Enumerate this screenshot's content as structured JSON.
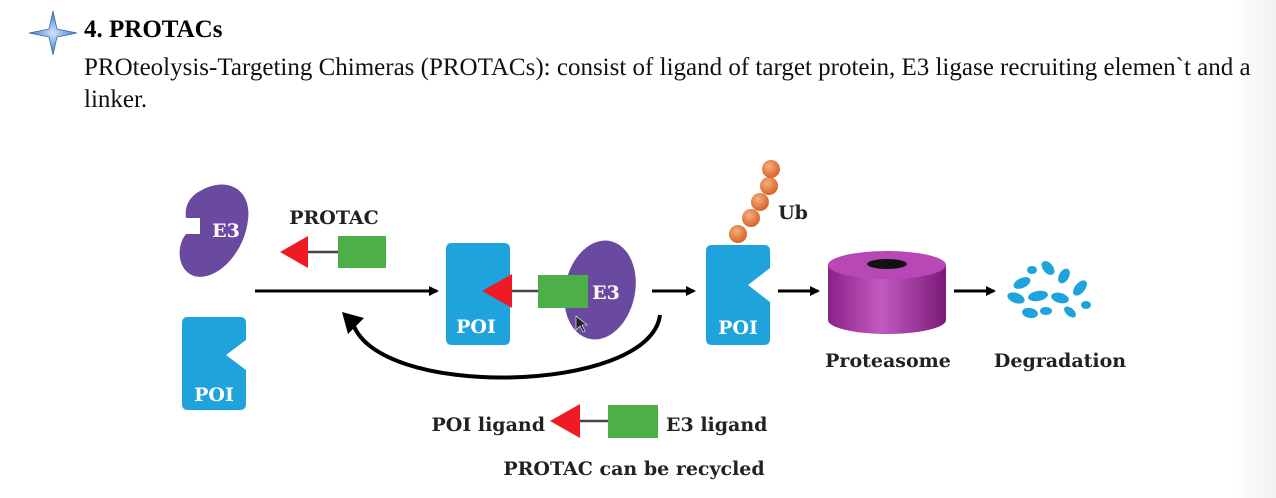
{
  "section": {
    "heading": "4. PROTACs",
    "description": "PROteolysis-Targeting Chimeras (PROTACs): consist of ligand of target protein, E3 ligase recruiting elemen`t and a linker."
  },
  "diagram": {
    "e3_label": "E3",
    "poi_label": "POI",
    "protac_label": "PROTAC",
    "ub_label": "Ub",
    "proteasome_label": "Proteasome",
    "degradation_label": "Degradation",
    "poi_ligand_label": "POI ligand",
    "e3_ligand_label": "E3 ligand",
    "recycled_label": "PROTAC can be recycled"
  },
  "colors": {
    "poi": "#1ea3dc",
    "e3": "#6a4aa0",
    "poi_ligand": "#ee1b24",
    "e3_ligand": "#4caf48",
    "ubiquitin": "#e8854a",
    "proteasome": "#9b2a98",
    "bullet_star": "#3a78c0"
  },
  "icons": {
    "bullet": "four-point-star-icon"
  }
}
